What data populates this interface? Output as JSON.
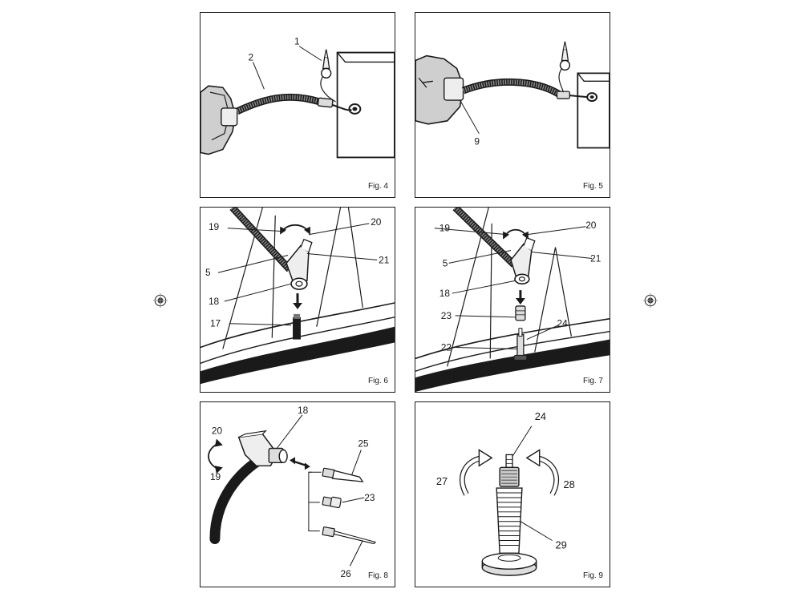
{
  "figures": [
    {
      "id": "fig4",
      "label": "Fig. 4",
      "callouts": [
        "1",
        "2"
      ]
    },
    {
      "id": "fig5",
      "label": "Fig. 5",
      "callouts": [
        "9"
      ]
    },
    {
      "id": "fig6",
      "label": "Fig. 6",
      "callouts": [
        "19",
        "20",
        "5",
        "21",
        "18",
        "17"
      ]
    },
    {
      "id": "fig7",
      "label": "Fig. 7",
      "callouts": [
        "19",
        "20",
        "5",
        "21",
        "18",
        "23",
        "24",
        "22"
      ]
    },
    {
      "id": "fig8",
      "label": "Fig. 8",
      "callouts": [
        "18",
        "20",
        "19",
        "25",
        "23",
        "26"
      ]
    },
    {
      "id": "fig9",
      "label": "Fig. 9",
      "callouts": [
        "24",
        "27",
        "28",
        "29"
      ]
    }
  ]
}
